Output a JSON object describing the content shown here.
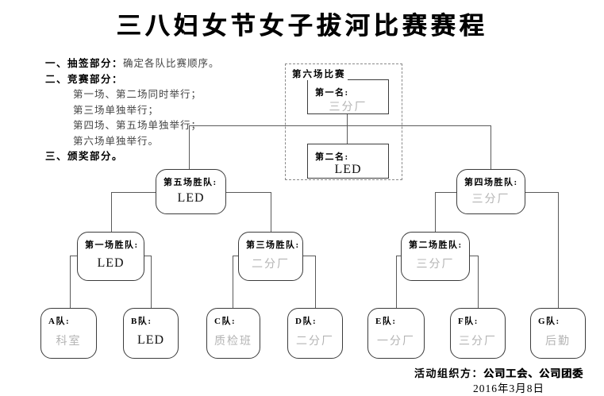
{
  "title": "三八妇女节女子拔河比赛赛程",
  "notes": {
    "item1_label": "一、抽签部分：",
    "item1_text": "确定各队比赛顺序。",
    "item2_label": "二、竞赛部分：",
    "schedule": [
      "第一场、第二场同时举行；",
      "第三场单独举行；",
      "第四场、第五场单独举行；",
      "第六场单独举行。"
    ],
    "item3_label": "三、颁奖部分。"
  },
  "bracket": {
    "final_group_label": "第六场比赛",
    "first_place": {
      "label": "第一名:",
      "value": "三分厂"
    },
    "second_place": {
      "label": "第二名:",
      "value": "LED"
    },
    "match5_winner": {
      "label": "第五场胜队:",
      "value": "LED"
    },
    "match4_winner": {
      "label": "第四场胜队:",
      "value": "三分厂"
    },
    "match1_winner": {
      "label": "第一场胜队:",
      "value": "LED"
    },
    "match3_winner": {
      "label": "第三场胜队:",
      "value": "二分厂"
    },
    "match2_winner": {
      "label": "第二场胜队:",
      "value": "三分厂"
    },
    "teams": [
      {
        "label": "A队:",
        "value": "科室"
      },
      {
        "label": "B队:",
        "value": "LED"
      },
      {
        "label": "C队:",
        "value": "质检班"
      },
      {
        "label": "D队:",
        "value": "二分厂"
      },
      {
        "label": "E队:",
        "value": "一分厂"
      },
      {
        "label": "F队:",
        "value": "三分厂"
      },
      {
        "label": "G队:",
        "value": "后勤"
      }
    ]
  },
  "footer": {
    "organizer_label": "活动组织方：",
    "organizer_value": "公司工会、公司团委",
    "date": "2016年3月8日"
  },
  "colors": {
    "value_muted": "#b4b4b4",
    "value_strong": "#111111",
    "line": "#5a5a5a"
  }
}
